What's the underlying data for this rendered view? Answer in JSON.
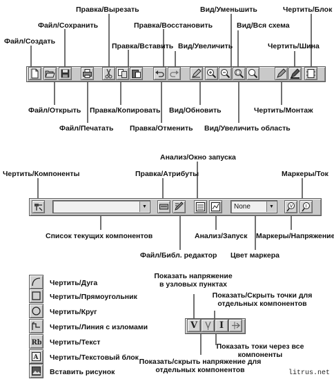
{
  "toolbar1": {
    "labels_top": {
      "edit_cut": "Правка/Вырезать",
      "view_zoom_out": "Вид/Уменьшить",
      "draw_block": "Чертить/Блок",
      "file_save": "Файл/Сохранить",
      "edit_restore": "Правка/Восстановить",
      "view_full": "Вид/Вся схема",
      "file_new": "Файл/Создать",
      "edit_paste": "Правка/Вставить",
      "view_zoom_in": "Вид/Увеличить",
      "draw_bus": "Чертить/Шина"
    },
    "labels_bottom": {
      "file_open": "Файл/Открыть",
      "edit_copy": "Правка/Копировать",
      "view_refresh": "Вид/Обновить",
      "draw_wire": "Чертить/Монтаж",
      "file_print": "Файл/Печатать",
      "edit_undo": "Правка/Отменить",
      "view_zoom_area": "Вид/Увеличить область"
    }
  },
  "toolbar2": {
    "combo_components_value": "",
    "combo_marker_color_value": "None",
    "labels_top": {
      "analysis_window": "Анализ/Окно запуска",
      "draw_components": "Чертить/Компоненты",
      "edit_attributes": "Правка/Атрибуты",
      "markers_current": "Маркеры/Ток"
    },
    "labels_bottom": {
      "components_list": "Список текущих компонентов",
      "analysis_run": "Анализ/Запуск",
      "markers_voltage": "Маркеры/Напряжение",
      "file_lib_editor": "Файл/Библ. редактор",
      "marker_color": "Цвет маркера"
    }
  },
  "draw_tools": [
    {
      "icon": "arc-icon",
      "label": "Чертить/Дуга"
    },
    {
      "icon": "rectangle-icon",
      "label": "Чертить/Прямоугольник"
    },
    {
      "icon": "circle-icon",
      "label": "Чертить/Круг"
    },
    {
      "icon": "polyline-icon",
      "label": "Чертить/Линия с изломами"
    },
    {
      "icon": "text-icon",
      "label": "Чертить/Текст"
    },
    {
      "icon": "text-block-icon",
      "label": "Чертить/Текстовый блок"
    },
    {
      "icon": "picture-icon",
      "label": "Вставить рисунок"
    }
  ],
  "toolbar3": {
    "buttons": [
      "V",
      "I"
    ],
    "label_show_node_voltage": "Показать напряжение в узловых пунктах",
    "label_show_hide_points": "Показать/Скрыть точки для отдельных компонентов",
    "label_show_currents": "Показать токи через все компоненты",
    "label_show_hide_voltage": "Показать/скрыть напряжение для отдельных компонентов"
  },
  "watermark": "litrus.net"
}
